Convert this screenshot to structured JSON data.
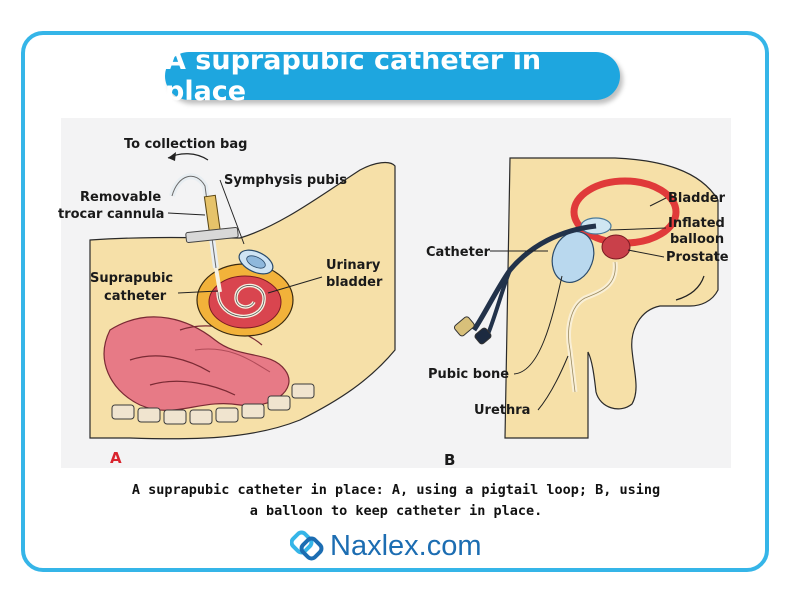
{
  "title": "A suprapubic catheter in place",
  "panel_a": {
    "letter": "A",
    "labels": {
      "collection": "To collection bag",
      "symphysis": "Symphysis pubis",
      "removable_l1": "Removable",
      "removable_l2": "trocar cannula",
      "suprapubic_l1": "Suprapubic",
      "suprapubic_l2": "catheter",
      "urinary_l1": "Urinary",
      "urinary_l2": "bladder"
    }
  },
  "panel_b": {
    "letter": "B",
    "labels": {
      "catheter": "Catheter",
      "bladder": "Bladder",
      "inflated_l1": "Inflated",
      "inflated_l2": "balloon",
      "prostate": "Prostate",
      "pubic_bone": "Pubic bone",
      "urethra": "Urethra"
    }
  },
  "caption": {
    "line1": "A suprapubic catheter in place: A, using a pigtail loop; B, using",
    "line2": "a balloon to keep catheter in place."
  },
  "brand": {
    "name": "Naxlex.com"
  },
  "colors": {
    "accent": "#1ea6df",
    "frame": "#35b5e8",
    "panel_letter": "#d9232d",
    "skin": "#f6e0a8",
    "tissue": "#e06a78"
  }
}
